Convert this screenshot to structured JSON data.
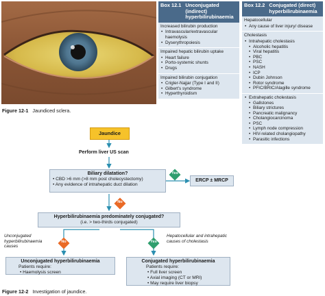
{
  "figure1": {
    "label": "Figure 12-1",
    "caption": "Jaundiced sclera."
  },
  "box1": {
    "number": "Box 12.1",
    "title": "Unconjugated (indirect) hyperbilirubinaemia",
    "sections": [
      {
        "title": "Increased bilirubin production",
        "items": [
          "Intravascular/extravascular haemolysis",
          "Dyserythropoiesis"
        ]
      },
      {
        "title": "Impaired hepatic bilirubin uptake",
        "items": [
          "Heart failure",
          "Porto-systemic shunts",
          "Drugs"
        ]
      },
      {
        "title": "Impaired bilirubin conjugation",
        "items": [
          "Crigler-Najjar (Type I and II)",
          "Gilbert's syndrome",
          "Hyperthyroidism"
        ]
      }
    ]
  },
  "box2": {
    "number": "Box 12.2",
    "title": "Conjugated (direct) hyperbilirubinaemia",
    "hepatocellular_title": "Hepatocellular",
    "hepatocellular_items": [
      "Any cause of liver injury/ disease"
    ],
    "cholestasis_title": "Cholestasis",
    "intrahepatic_label": "Intrahepatic cholestasis",
    "intrahepatic_items": [
      "Alcoholic hepatitis",
      "Viral hepatitis",
      "PBC",
      "PSC",
      "NASH",
      "ICP",
      "Dubin Johnson",
      "Rotor syndrome",
      "PFIC/BRIC/Alagille syndrome"
    ],
    "extrahepatic_label": "Extrahepatic cholestasis",
    "extrahepatic_items": [
      "Gallstones",
      "Biliary strictures",
      "Pancreatic malignancy",
      "Cholangiocarcinoma",
      "PSC",
      "Lymph node compression",
      "HIV-related cholangiopathy",
      "Parasitic infections"
    ]
  },
  "flowchart": {
    "start": "Jaundice",
    "step1": "Perform liver US scan",
    "q1_title": "Biliary dilatation?",
    "q1_items": [
      "CBD >6 mm (>8 mm post cholecystectomy)",
      "Any evidence of intrahepatic duct dilation"
    ],
    "yes_label": "Yes",
    "no_label": "No",
    "ercp": "ERCP ± MRCP",
    "q2_title": "Hyperbilirubinaemia predominately conjugated?",
    "q2_sub": "(i.e. > two-thirds conjugated)",
    "left_note": "Unconjugated hyperbilirubinaemia causes",
    "right_note": "Hepatocellular and intrahepatic causes of cholestasis",
    "out_left_title": "Unconjugated hyperbilirubinaemia",
    "out_left_req": "Patients require:",
    "out_left_items": [
      "Haemolysis screen"
    ],
    "out_right_title": "Conjugated hyperbilirubinaemia",
    "out_right_req": "Patients require:",
    "out_right_items": [
      "Full liver screen",
      "Axial imaging (CT or MRI)",
      "May require liver biopsy"
    ]
  },
  "figure2": {
    "label": "Figure 12-2",
    "caption": "Investigation of jaundice."
  },
  "colors": {
    "box_header": "#4a6a8a",
    "box_fill": "#dde6ef",
    "yes_green": "#2f9e6e",
    "no_orange": "#ea6a26",
    "start_yellow": "#f6c22a",
    "arrow_teal": "#2b8fb0"
  }
}
